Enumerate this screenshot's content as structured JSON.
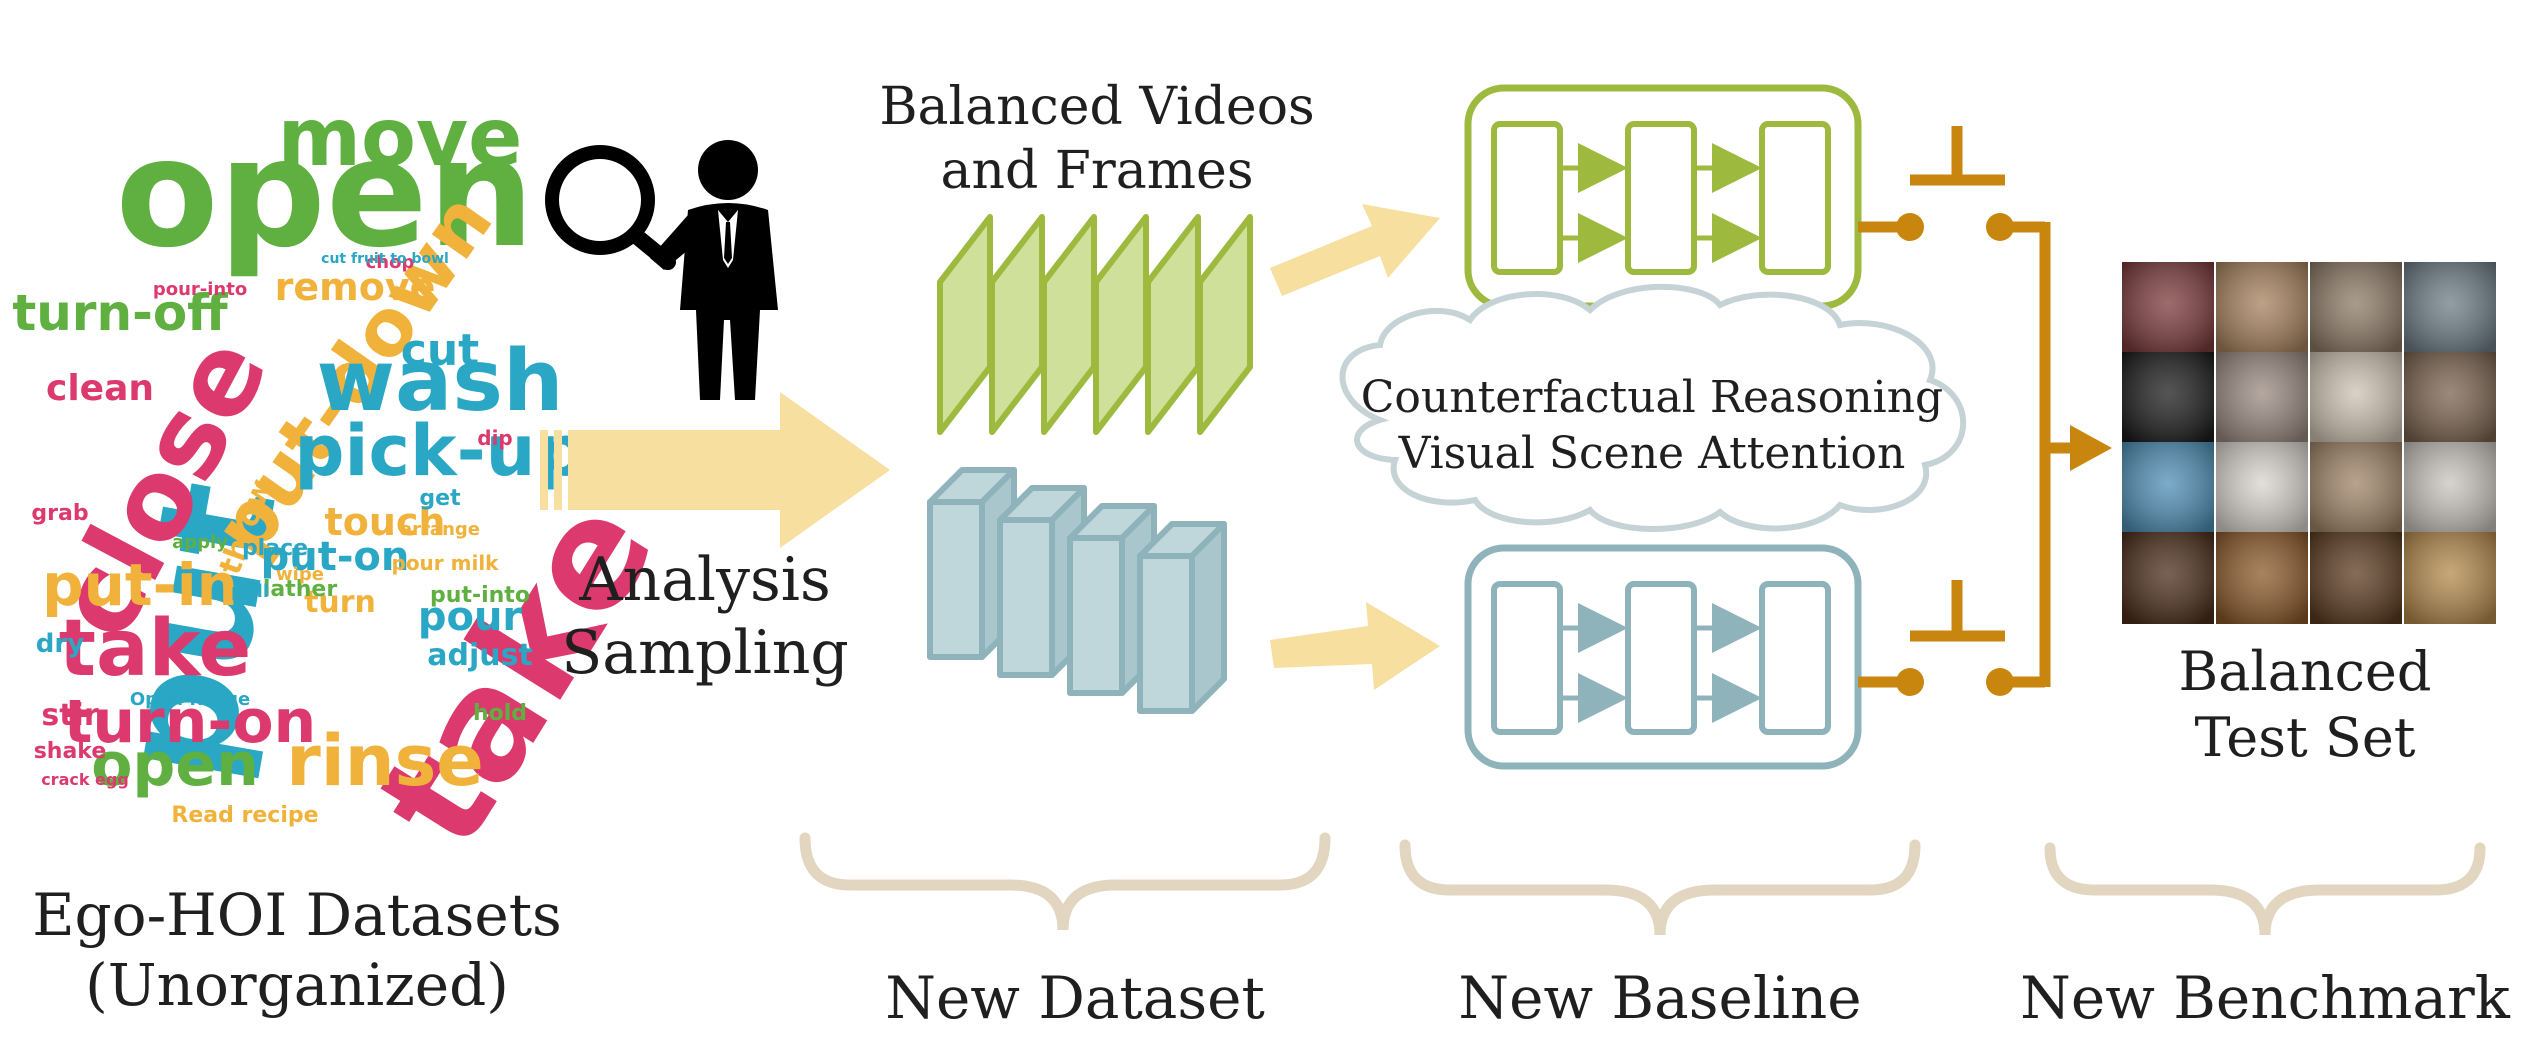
{
  "colors": {
    "pink": "#dc3a6e",
    "teal": "#2aa7c4",
    "green": "#5fb041",
    "orange": "#f0b23a",
    "frame_green": "#9dba3f",
    "frame_green_fill": "#cfe09a",
    "box_blue": "#8fb3bb",
    "box_blue_fill": "#bfd6da",
    "arrow_yellow": "#f7dfa0",
    "switch_gold": "#c8860f",
    "brace_tan": "#e2d6c0",
    "cloud_stroke": "#c5d3d6"
  },
  "labels": {
    "left_title_1": "Ego-HOI Datasets",
    "left_title_2": "(Unorganized)",
    "analysis_1": "Analysis",
    "analysis_2": "Sampling",
    "frames_title_1": "Balanced Videos",
    "frames_title_2": "and Frames",
    "cloud_1": "Counterfactual Reasoning",
    "cloud_2": "Visual Scene Attention",
    "test_1": "Balanced",
    "test_2": "Test Set",
    "brace_dataset": "New Dataset",
    "brace_baseline": "New Baseline",
    "brace_benchmark": "New Benchmark"
  },
  "icons": [
    "magnifier-person-icon",
    "frame-stack-icon",
    "clip-stack-icon",
    "switch-icon",
    "arrow-icon",
    "cloud-icon"
  ],
  "word_cloud": [
    {
      "t": "take",
      "c": "pink"
    },
    {
      "t": "put",
      "c": "teal"
    },
    {
      "t": "open",
      "c": "green"
    },
    {
      "t": "close",
      "c": "pink"
    },
    {
      "t": "put-down",
      "c": "orange"
    },
    {
      "t": "move",
      "c": "green"
    },
    {
      "t": "wash",
      "c": "teal"
    },
    {
      "t": "pick-up",
      "c": "teal"
    },
    {
      "t": "rinse",
      "c": "orange"
    },
    {
      "t": "turn-on",
      "c": "pink"
    },
    {
      "t": "open",
      "c": "green"
    },
    {
      "t": "take",
      "c": "pink"
    },
    {
      "t": "put-in",
      "c": "orange"
    },
    {
      "t": "turn-off",
      "c": "green"
    },
    {
      "t": "clean",
      "c": "pink"
    },
    {
      "t": "cut",
      "c": "teal"
    },
    {
      "t": "remove",
      "c": "orange"
    },
    {
      "t": "touch",
      "c": "orange"
    },
    {
      "t": "pour",
      "c": "teal"
    },
    {
      "t": "stir",
      "c": "pink"
    },
    {
      "t": "adjust",
      "c": "teal"
    },
    {
      "t": "throw",
      "c": "orange"
    },
    {
      "t": "put-on",
      "c": "teal"
    },
    {
      "t": "grab",
      "c": "pink"
    },
    {
      "t": "dry",
      "c": "teal"
    },
    {
      "t": "hold",
      "c": "green"
    },
    {
      "t": "shake",
      "c": "pink"
    },
    {
      "t": "Read recipe",
      "c": "orange"
    },
    {
      "t": "Open fridge",
      "c": "teal"
    },
    {
      "t": "put-into",
      "c": "green"
    },
    {
      "t": "pour milk",
      "c": "orange"
    },
    {
      "t": "crack egg",
      "c": "pink"
    },
    {
      "t": "turn",
      "c": "orange"
    },
    {
      "t": "place",
      "c": "teal"
    },
    {
      "t": "lather",
      "c": "green"
    },
    {
      "t": "dip",
      "c": "pink"
    },
    {
      "t": "get",
      "c": "teal"
    },
    {
      "t": "wipe",
      "c": "orange"
    },
    {
      "t": "chop",
      "c": "pink"
    },
    {
      "t": "apply",
      "c": "green"
    },
    {
      "t": "pull",
      "c": "teal"
    },
    {
      "t": "arrange",
      "c": "orange"
    },
    {
      "t": "pour-into",
      "c": "pink"
    },
    {
      "t": "cut fruit to bowl",
      "c": "teal"
    }
  ],
  "test_set_tiles": [
    "#7b3a3c",
    "#a7825e",
    "#8d7a66",
    "#6d7d86",
    "#1c1c1c",
    "#9a8a80",
    "#cfc2b3",
    "#7a6350",
    "#4f8fb6",
    "#d9d4cf",
    "#a08467",
    "#c9c4be",
    "#4b2d1a",
    "#8c5a2b",
    "#5c3b20",
    "#b48a4c"
  ]
}
